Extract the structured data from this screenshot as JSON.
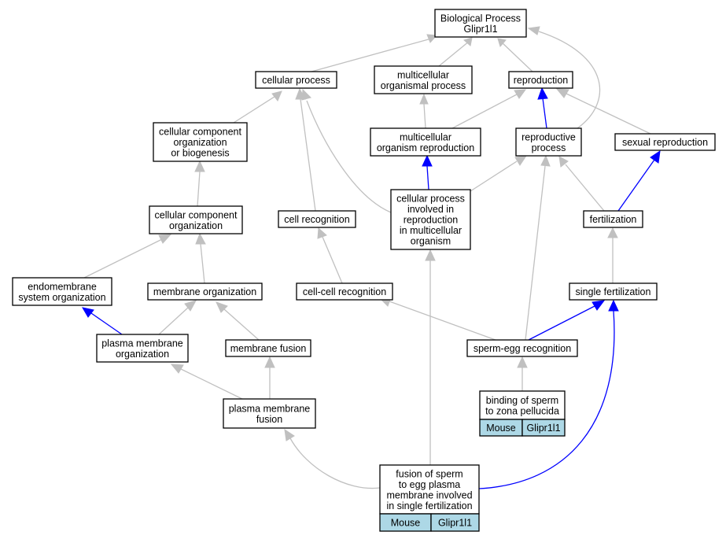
{
  "diagram": {
    "nodes": [
      {
        "id": "bp",
        "lines": [
          "Biological Process",
          "Glipr1l1"
        ]
      },
      {
        "id": "cp",
        "lines": [
          "cellular process"
        ]
      },
      {
        "id": "mop",
        "lines": [
          "multicellular",
          "organismal process"
        ]
      },
      {
        "id": "rep",
        "lines": [
          "reproduction"
        ]
      },
      {
        "id": "ccob",
        "lines": [
          "cellular component",
          "organization",
          "or biogenesis"
        ]
      },
      {
        "id": "mor",
        "lines": [
          "multicellular",
          "organism reproduction"
        ]
      },
      {
        "id": "rp",
        "lines": [
          "reproductive",
          "process"
        ]
      },
      {
        "id": "sr",
        "lines": [
          "sexual reproduction"
        ]
      },
      {
        "id": "cco",
        "lines": [
          "cellular component",
          "organization"
        ]
      },
      {
        "id": "crec",
        "lines": [
          "cell recognition"
        ]
      },
      {
        "id": "cpir",
        "lines": [
          "cellular process",
          "involved in",
          "reproduction",
          "in multicellular",
          "organism"
        ]
      },
      {
        "id": "fert",
        "lines": [
          "fertilization"
        ]
      },
      {
        "id": "eso",
        "lines": [
          "endomembrane",
          "system organization"
        ]
      },
      {
        "id": "mo",
        "lines": [
          "membrane organization"
        ]
      },
      {
        "id": "ccr",
        "lines": [
          "cell-cell recognition"
        ]
      },
      {
        "id": "sf",
        "lines": [
          "single fertilization"
        ]
      },
      {
        "id": "pmo",
        "lines": [
          "plasma membrane",
          "organization"
        ]
      },
      {
        "id": "mf",
        "lines": [
          "membrane fusion"
        ]
      },
      {
        "id": "ser",
        "lines": [
          "sperm-egg recognition"
        ]
      },
      {
        "id": "pmf",
        "lines": [
          "plasma membrane",
          "fusion"
        ]
      },
      {
        "id": "bszp",
        "lines": [
          "binding of sperm",
          "to zona pellucida"
        ],
        "annotation": [
          "Mouse",
          "Glipr1l1"
        ]
      },
      {
        "id": "fsep",
        "lines": [
          "fusion of sperm",
          "to egg plasma",
          "membrane involved",
          "in single fertilization"
        ],
        "annotation": [
          "Mouse",
          "Glipr1l1"
        ]
      }
    ],
    "edges": [
      {
        "from": "cp",
        "to": "bp",
        "color": "gray"
      },
      {
        "from": "mop",
        "to": "bp",
        "color": "gray"
      },
      {
        "from": "rep",
        "to": "bp",
        "color": "gray"
      },
      {
        "from": "rp",
        "to": "bp",
        "color": "gray"
      },
      {
        "from": "ccob",
        "to": "cp",
        "color": "gray"
      },
      {
        "from": "crec",
        "to": "cp",
        "color": "gray"
      },
      {
        "from": "cpir",
        "to": "cp",
        "color": "gray"
      },
      {
        "from": "mor",
        "to": "mop",
        "color": "gray"
      },
      {
        "from": "mor",
        "to": "rep",
        "color": "gray"
      },
      {
        "from": "rp",
        "to": "rep",
        "color": "blue"
      },
      {
        "from": "sr",
        "to": "rep",
        "color": "gray"
      },
      {
        "from": "cco",
        "to": "ccob",
        "color": "gray"
      },
      {
        "from": "cpir",
        "to": "mor",
        "color": "blue"
      },
      {
        "from": "cpir",
        "to": "rp",
        "color": "gray"
      },
      {
        "from": "fert",
        "to": "rp",
        "color": "gray"
      },
      {
        "from": "ser",
        "to": "rp",
        "color": "gray"
      },
      {
        "from": "fert",
        "to": "sr",
        "color": "blue"
      },
      {
        "from": "eso",
        "to": "cco",
        "color": "gray"
      },
      {
        "from": "mo",
        "to": "cco",
        "color": "gray"
      },
      {
        "from": "ccr",
        "to": "crec",
        "color": "gray"
      },
      {
        "from": "sf",
        "to": "fert",
        "color": "gray"
      },
      {
        "from": "pmo",
        "to": "eso",
        "color": "blue"
      },
      {
        "from": "pmo",
        "to": "mo",
        "color": "gray"
      },
      {
        "from": "mf",
        "to": "mo",
        "color": "gray"
      },
      {
        "from": "ser",
        "to": "ccr",
        "color": "gray"
      },
      {
        "from": "ser",
        "to": "sf",
        "color": "blue"
      },
      {
        "from": "pmf",
        "to": "pmo",
        "color": "gray"
      },
      {
        "from": "pmf",
        "to": "mf",
        "color": "gray"
      },
      {
        "from": "bszp",
        "to": "ser",
        "color": "gray"
      },
      {
        "from": "fsep",
        "to": "pmf",
        "color": "gray"
      },
      {
        "from": "fsep",
        "to": "cpir",
        "color": "gray"
      },
      {
        "from": "fsep",
        "to": "sf",
        "color": "blue"
      }
    ],
    "colors": {
      "gray": "#c0c0c0",
      "blue": "#0000ff",
      "annotation_fill": "#add8e6"
    }
  }
}
